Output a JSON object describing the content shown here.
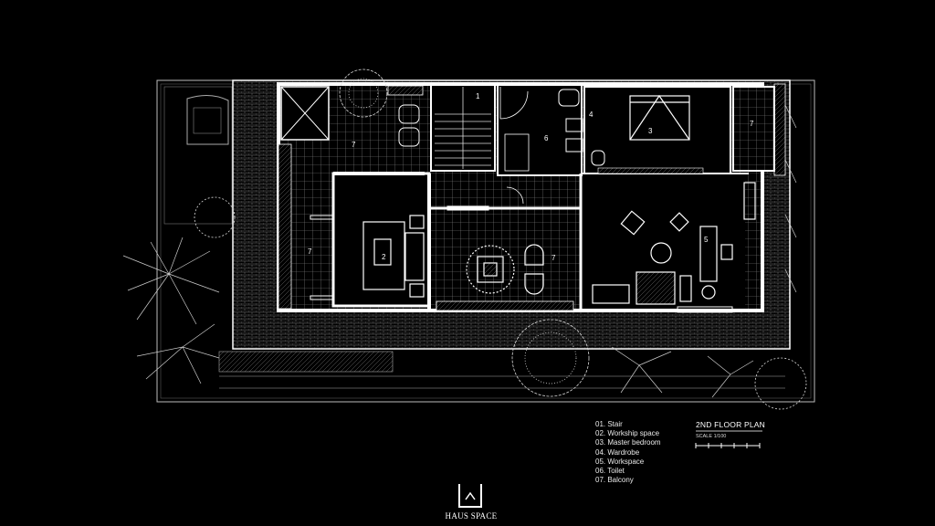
{
  "legend": [
    "01. Stair",
    "02. Workship space",
    "03. Master bedroom",
    "04. Wardrobe",
    "05. Workspace",
    "06. Toilet",
    "07. Balcony"
  ],
  "title": "2ND FLOOR PLAN",
  "scale": "SCALE  1/100",
  "logo_text": "HAUS SPACE",
  "room_labels": [
    "1",
    "2",
    "3",
    "4",
    "5",
    "6",
    "7",
    "7",
    "7",
    "7"
  ],
  "colors": {
    "background": "#000000",
    "line": "#ffffff",
    "hatch": "#9a9a9a"
  }
}
